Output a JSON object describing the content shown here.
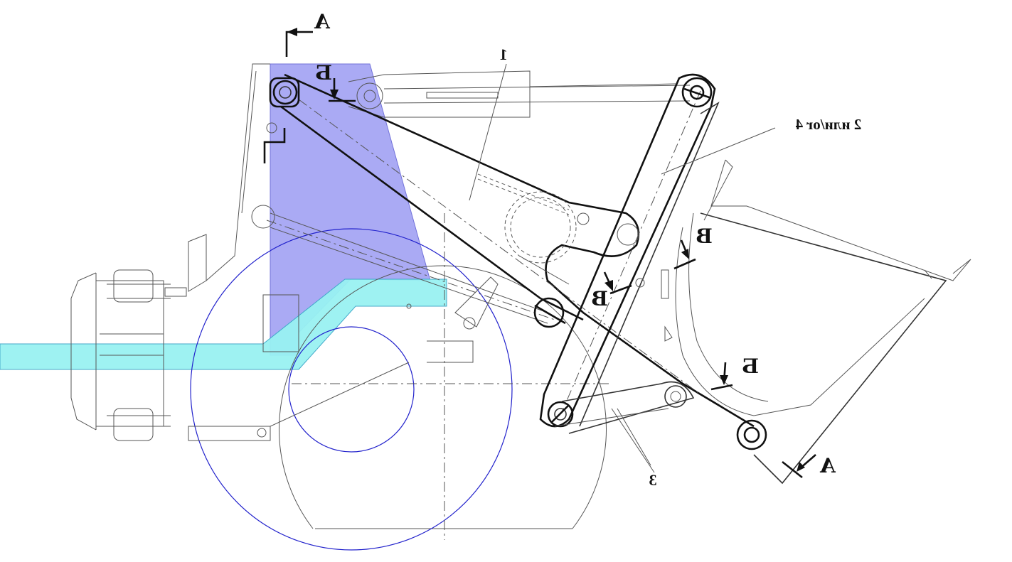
{
  "drawing": {
    "section_labels": {
      "a_top": "A",
      "a_bottom": "A",
      "b_top": "Б",
      "b_right": "Б",
      "v_right": "B",
      "v_center": "B"
    },
    "callouts": {
      "part_1": "1",
      "part_2_or_4": "2 или/or 4",
      "part_3": "3"
    },
    "colors": {
      "highlight_blue": "#a6a6f4",
      "highlight_cyan": "#99f2f2",
      "outline_blue": "#2222cc"
    }
  }
}
